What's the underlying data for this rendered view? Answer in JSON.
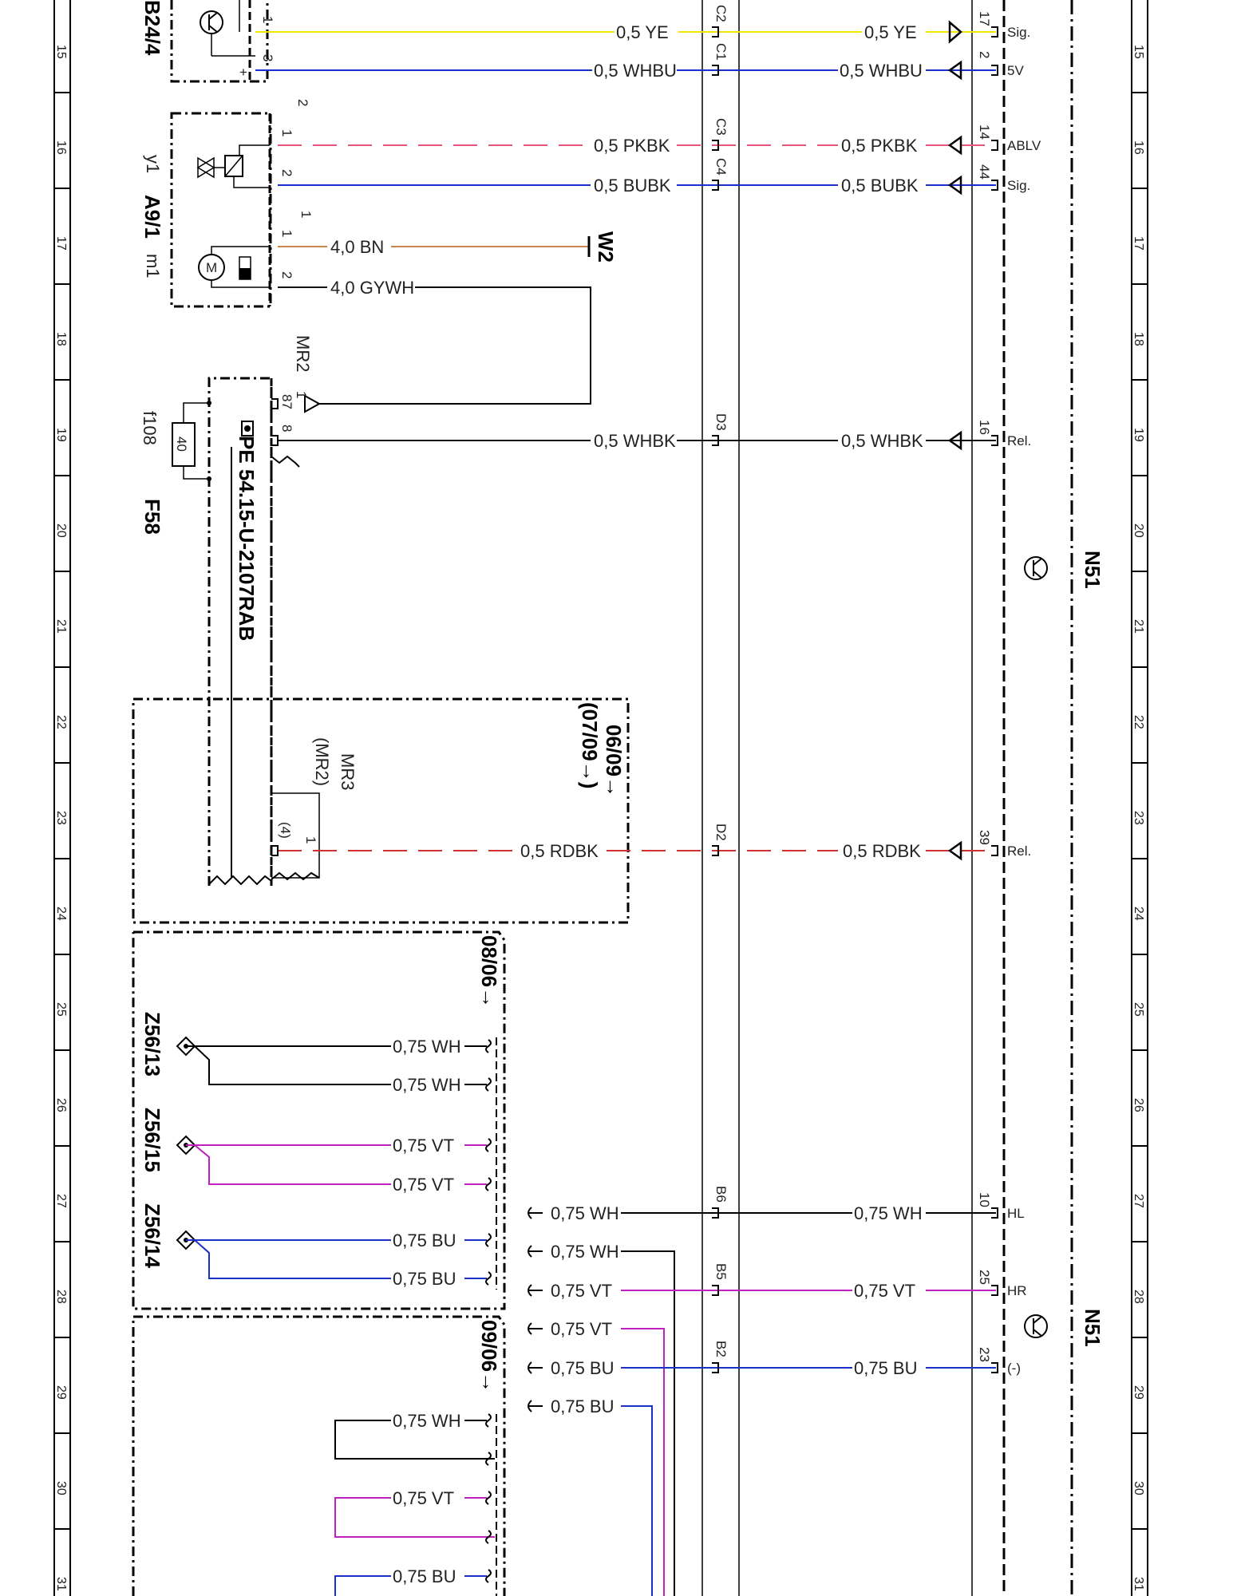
{
  "colors": {
    "YE": "#f2e600",
    "WHBU": "#1b2fc9",
    "PKBK": "#e8557a",
    "BUBK": "#1b2fc9",
    "BN": "#c8874a",
    "GYWH": "#111111",
    "WHBK": "#111111",
    "RDBK": "#d33030",
    "WH": "#111111",
    "VT": "#c020c0",
    "BU": "#1b2fc9"
  },
  "grid_numbers": [
    "15",
    "16",
    "17",
    "18",
    "19",
    "20",
    "21",
    "22",
    "23",
    "24",
    "25",
    "26",
    "27",
    "28",
    "29",
    "30",
    "31"
  ],
  "components": {
    "b24": "B24/4",
    "a9": "A9/1",
    "y1": "y1",
    "m1": "m1",
    "f58": "F58",
    "f108": "f108",
    "fuse_value": "40",
    "pe": "PE 54.15-U-2107RAB",
    "mr2": "MR2",
    "mr3": "MR3",
    "mr3_alt": "(MR2)",
    "n51_top": "N51",
    "n51_bottom": "N51",
    "w2": "W2",
    "z56_13": "Z56/13",
    "z56_15": "Z56/15",
    "z56_14": "Z56/14"
  },
  "dates": {
    "d1": "06/09→",
    "d1b": "(07/09→)",
    "d2": "08/06→",
    "d3": "09/06→"
  },
  "wires": {
    "ye": "0,5 YE",
    "whbu": "0,5 WHBU",
    "pkbk": "0,5 PKBK",
    "bubk": "0,5 BUBK",
    "bn4": "4,0 BN",
    "gywh4": "4,0 GYWH",
    "whbk": "0,5 WHBK",
    "rdbk": "0,5 RDBK",
    "wh075": "0,75 WH",
    "vt075": "0,75 VT",
    "bu075": "0,75 BU"
  },
  "connectors": {
    "c2": "C2",
    "c1": "C1",
    "c3": "C3",
    "c4": "C4",
    "d3": "D3",
    "d2": "D2",
    "b6": "B6",
    "b5": "B5",
    "b2": "B2"
  },
  "pins": {
    "p17": "17",
    "p2": "2",
    "p14": "14",
    "p44": "44",
    "p16": "16",
    "p39": "39",
    "p10": "10",
    "p25": "25",
    "p23": "23",
    "b1": "1",
    "b3": "3",
    "a1": "1",
    "a2": "2",
    "m1a": "1",
    "m1b": "2",
    "h2": "2",
    "h1": "1",
    "r87": "87",
    "r8": "8",
    "r1": "1",
    "mr3_4": "(4)",
    "mr3_1": "1",
    "plus": "+"
  },
  "signals": {
    "sig1": "Sig.",
    "v5": "5V",
    "ablv": "ABLV",
    "sig2": "Sig.",
    "rel1": "Rel.",
    "rel2": "Rel.",
    "hl": "HL",
    "hr": "HR",
    "neg": "(-)"
  }
}
